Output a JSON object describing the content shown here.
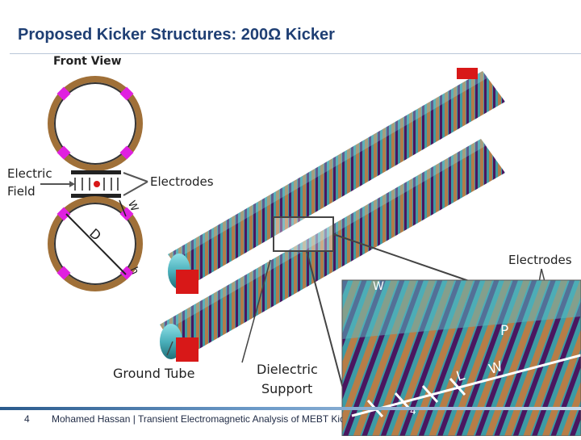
{
  "slide": {
    "title": "Proposed Kicker Structures: 200Ω Kicker",
    "page_number": "4",
    "footer": "Mohamed Hassan | Transient Electromagnetic Analysis of MEBT Kicker for PXIE"
  },
  "figure": {
    "front_view_label": "Front View",
    "electric_field_label_line1": "Electric",
    "electric_field_label_line2": "Field",
    "electrodes_label": "Electrodes",
    "electrodes_label_right": "Electrodes",
    "ground_tube_label": "Ground Tube",
    "dielectric_support_label_line1": "Dielectric",
    "dielectric_support_label_line2": "Support",
    "dim_d": "D",
    "dim_ws": "W",
    "dim_hs": "h",
    "zoom_w": "W",
    "zoom_p": "P",
    "zoom_le": "L",
    "zoom_we": "W",
    "zoom_num": "4"
  },
  "colors": {
    "title": "#1f3f74",
    "electrode_magenta": "#e020e0",
    "dielectric_cyan": "#5bbcc4",
    "copper_strip": "#b07a4a",
    "strip_purple": "#5a1a6e",
    "end_plate_red": "#d81818"
  }
}
